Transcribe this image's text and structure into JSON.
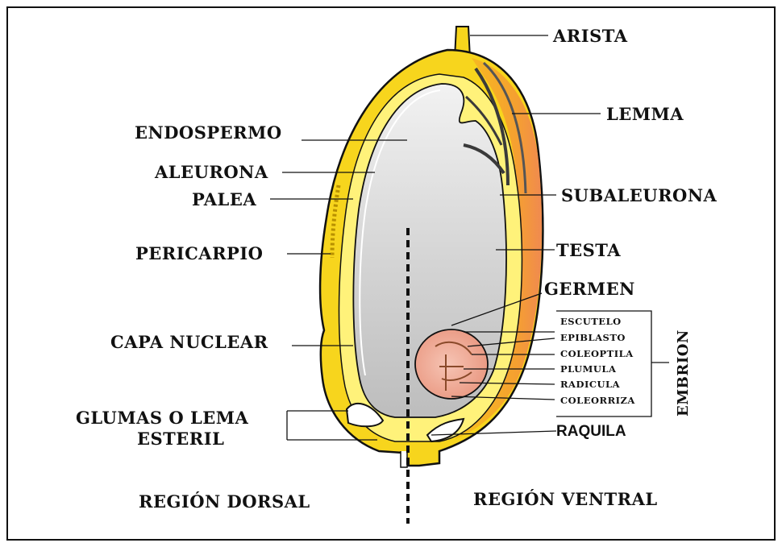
{
  "labels": {
    "arista": "ARISTA",
    "lemma": "LEMMA",
    "endospermo": "ENDOSPERMO",
    "aleurona": "ALEURONA",
    "palea": "PALEA",
    "subaleurona": "SUBALEURONA",
    "pericarpio": "PERICARPIO",
    "testa": "TESTA",
    "germen": "GERMEN",
    "capa_nuclear": "CAPA NUCLEAR",
    "glumas_line1": "GLUMAS O LEMA",
    "glumas_line2": "ESTERIL",
    "raquila": "RAQUILA",
    "region_dorsal": "REGIÓN DORSAL",
    "region_ventral": "REGIÓN VENTRAL",
    "embrion": "EMBRION"
  },
  "embryo_parts": [
    "ESCUTELO",
    "EPIBLASTO",
    "COLEOPTILA",
    "PLUMULA",
    "RADICULA",
    "COLEORRIZA"
  ],
  "colors": {
    "husk_yellow": "#f7d51d",
    "husk_light": "#fff27a",
    "lemma_orange": "#f0b028",
    "endosperm_grey": "#d8d8d8",
    "germ_pink": "#f0b0a0",
    "outline": "#111111"
  }
}
